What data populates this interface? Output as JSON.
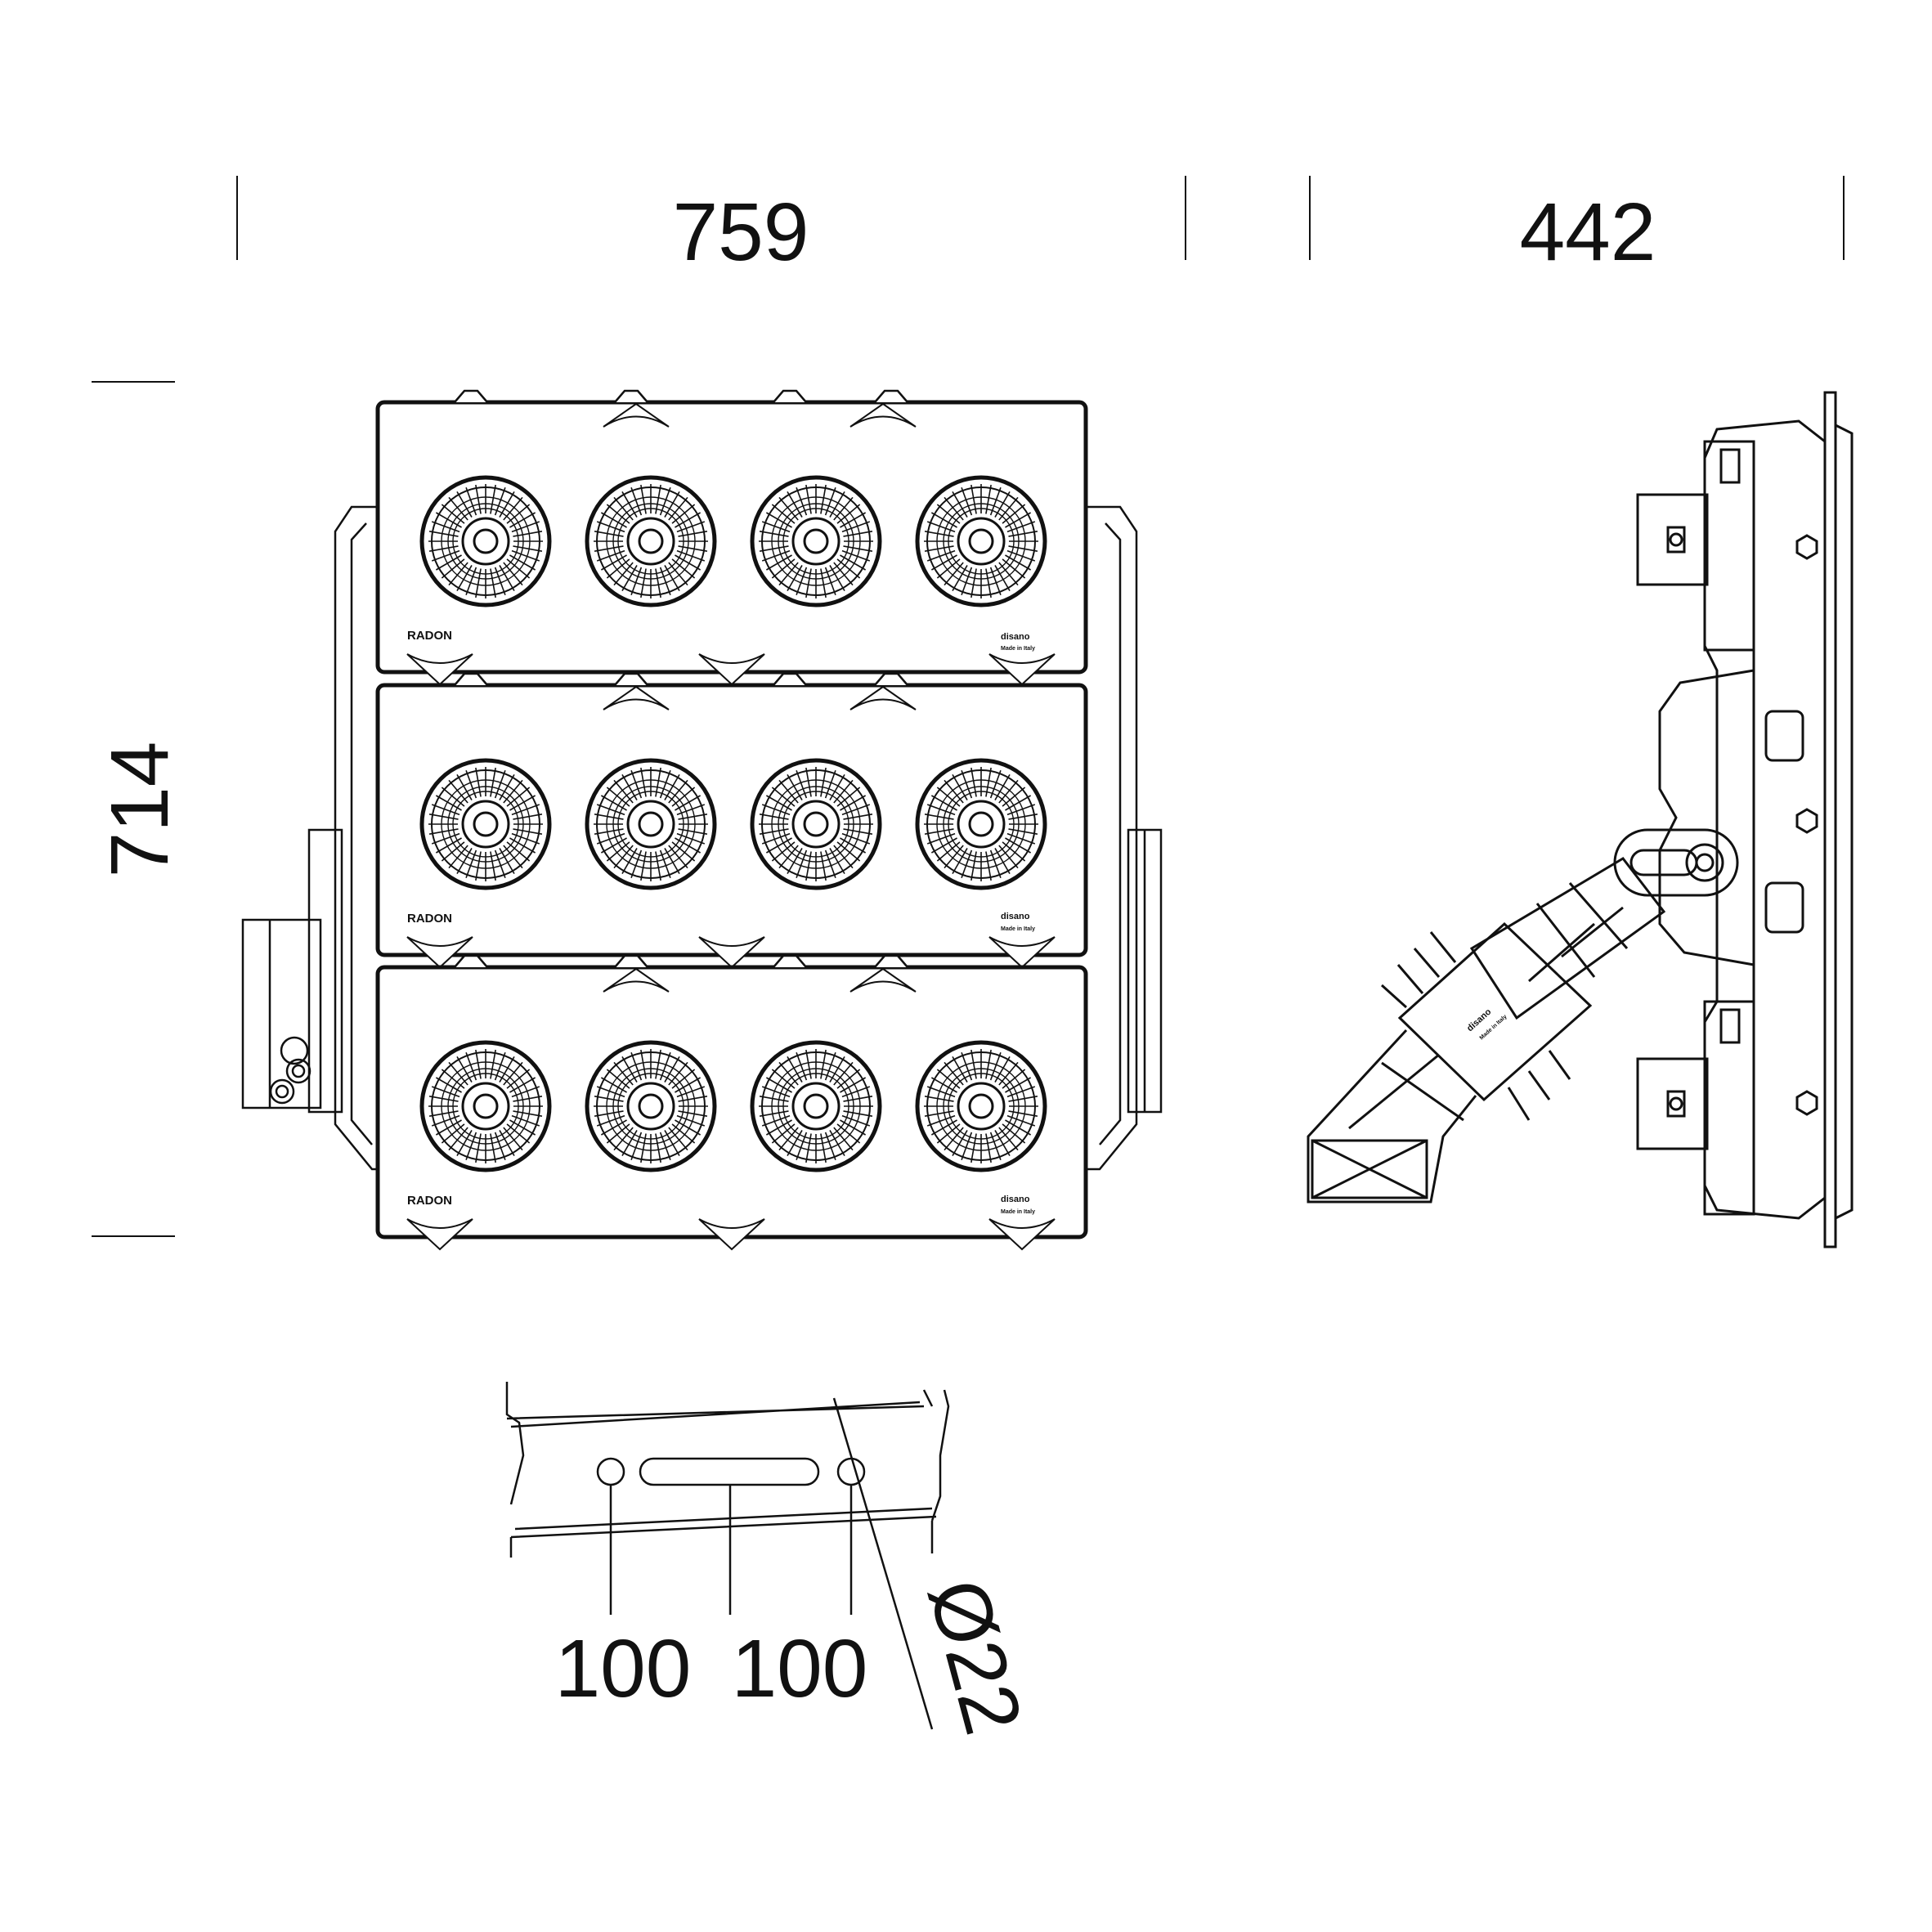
{
  "dimensions": {
    "front_width": "759",
    "side_depth": "442",
    "height": "714",
    "slot_pitch_1": "100",
    "slot_pitch_2": "100",
    "hole_diameter": "Ø22"
  },
  "modules": [
    {
      "label": "RADON",
      "brand": "disano",
      "origin": "Made in Italy",
      "optics": 4
    },
    {
      "label": "RADON",
      "brand": "disano",
      "origin": "Made in Italy",
      "optics": 4
    },
    {
      "label": "RADON",
      "brand": "disano",
      "origin": "Made in Italy",
      "optics": 4
    }
  ],
  "junction_box": {
    "brand": "disano",
    "origin": "Made in Italy"
  }
}
